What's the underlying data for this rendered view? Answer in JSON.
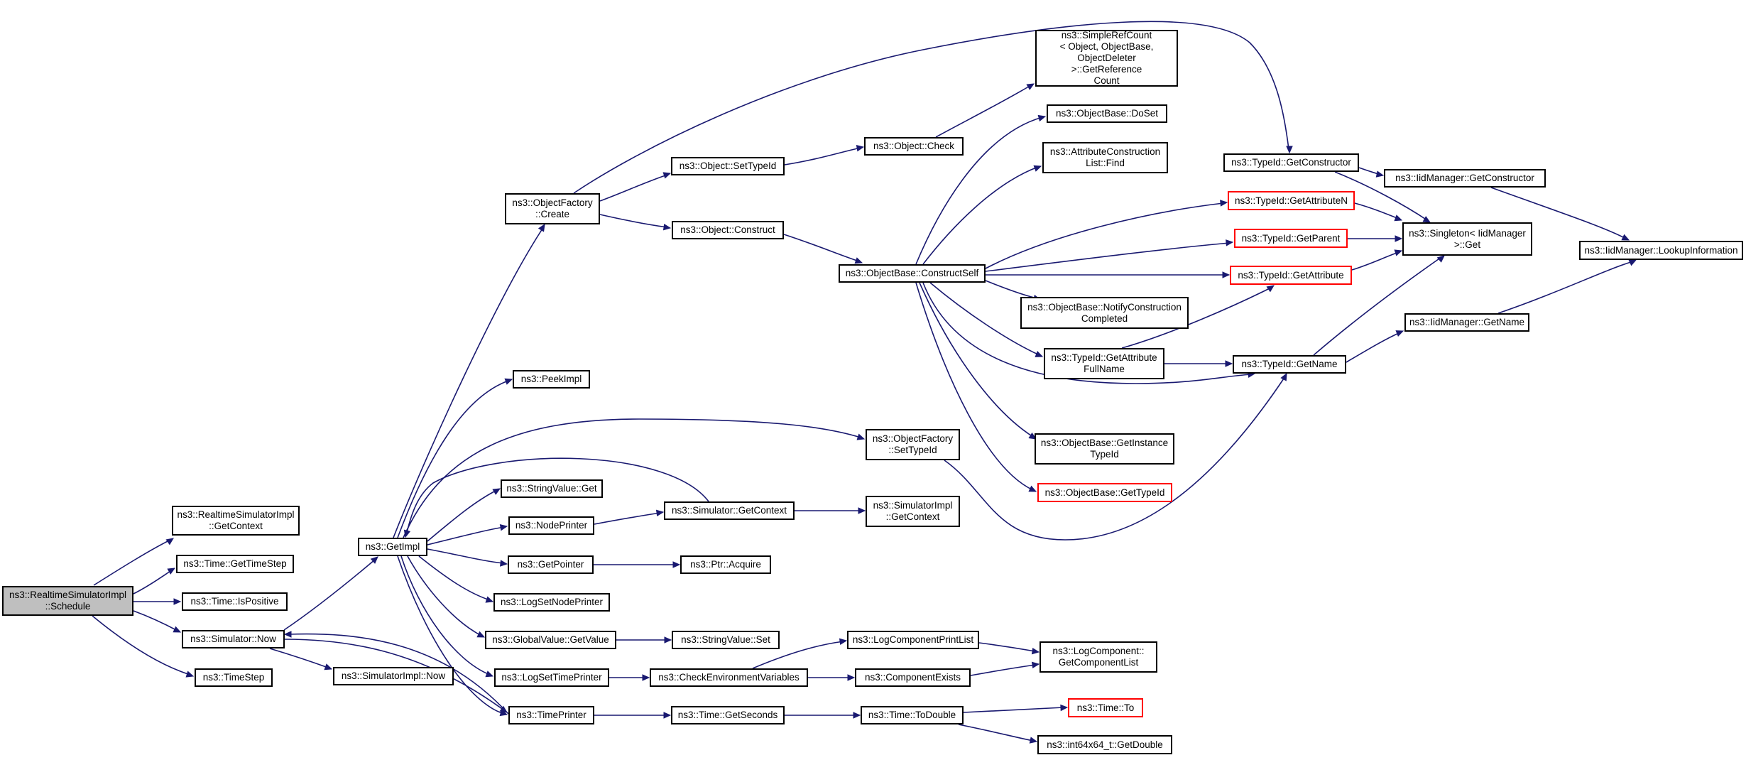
{
  "graph": {
    "edge_color": "#191970",
    "node_border_color": "#000000",
    "partial_node_border_color": "#ff0000",
    "root_fill_color": "#bfbfbf",
    "nodes": {
      "schedule": "ns3::RealtimeSimulatorImpl\n::Schedule",
      "rsi_getcontext": "ns3::RealtimeSimulatorImpl\n::GetContext",
      "time_gettimestep": "ns3::Time::GetTimeStep",
      "time_ispositive": "ns3::Time::IsPositive",
      "simulator_now": "ns3::Simulator::Now",
      "timestep": "ns3::TimeStep",
      "getimpl": "ns3::GetImpl",
      "simimpl_now": "ns3::SimulatorImpl::Now",
      "objfactory_create": "ns3::ObjectFactory\n::Create",
      "peekimpl": "ns3::PeekImpl",
      "stringvalue_get": "ns3::StringValue::Get",
      "nodeprinter": "ns3::NodePrinter",
      "getpointer": "ns3::GetPointer",
      "logsetnodeprinter": "ns3::LogSetNodePrinter",
      "globalvalue_getvalue": "ns3::GlobalValue::GetValue",
      "logsettimeprinter": "ns3::LogSetTimePrinter",
      "timeprinter": "ns3::TimePrinter",
      "object_settypeid": "ns3::Object::SetTypeId",
      "object_construct": "ns3::Object::Construct",
      "object_check": "ns3::Object::Check",
      "simplerefcount": "ns3::SimpleRefCount\n< Object, ObjectBase,\n ObjectDeleter >::GetReference\nCount",
      "objbase_doset": "ns3::ObjectBase::DoSet",
      "attrconstructionlist_find": "ns3::AttributeConstruction\nList::Find",
      "objbase_constructself": "ns3::ObjectBase::ConstructSelf",
      "objbase_notifyconstruction": "ns3::ObjectBase::NotifyConstruction\nCompleted",
      "typeid_getattributefullname": "ns3::TypeId::GetAttribute\nFullName",
      "objbase_getinstancetypeid": "ns3::ObjectBase::GetInstance\nTypeId",
      "objbase_gettypeid": "ns3::ObjectBase::GetTypeId",
      "objfactory_settypeid": "ns3::ObjectFactory\n::SetTypeId",
      "simulator_getcontext": "ns3::Simulator::GetContext",
      "simulatorimpl_getcontext": "ns3::SimulatorImpl\n::GetContext",
      "ptr_acquire": "ns3::Ptr::Acquire",
      "stringvalue_set": "ns3::StringValue::Set",
      "checkenvvars": "ns3::CheckEnvironmentVariables",
      "logcomponentprintlist": "ns3::LogComponentPrintList",
      "componentexists": "ns3::ComponentExists",
      "logcomponent_getcomponentlist": "ns3::LogComponent::\nGetComponentList",
      "time_getseconds": "ns3::Time::GetSeconds",
      "time_todouble": "ns3::Time::ToDouble",
      "time_to": "ns3::Time::To",
      "int64x64_getdouble": "ns3::int64x64_t::GetDouble",
      "typeid_getconstructor": "ns3::TypeId::GetConstructor",
      "typeid_getattributen": "ns3::TypeId::GetAttributeN",
      "typeid_getparent": "ns3::TypeId::GetParent",
      "typeid_getattribute": "ns3::TypeId::GetAttribute",
      "typeid_getname": "ns3::TypeId::GetName",
      "iidmanager_getconstructor": "ns3::IidManager::GetConstructor",
      "singleton_get": "ns3::Singleton< IidManager\n >::Get",
      "iidmanager_getname": "ns3::IidManager::GetName",
      "iidmanager_lookupinformation": "ns3::IidManager::LookupInformation"
    }
  }
}
